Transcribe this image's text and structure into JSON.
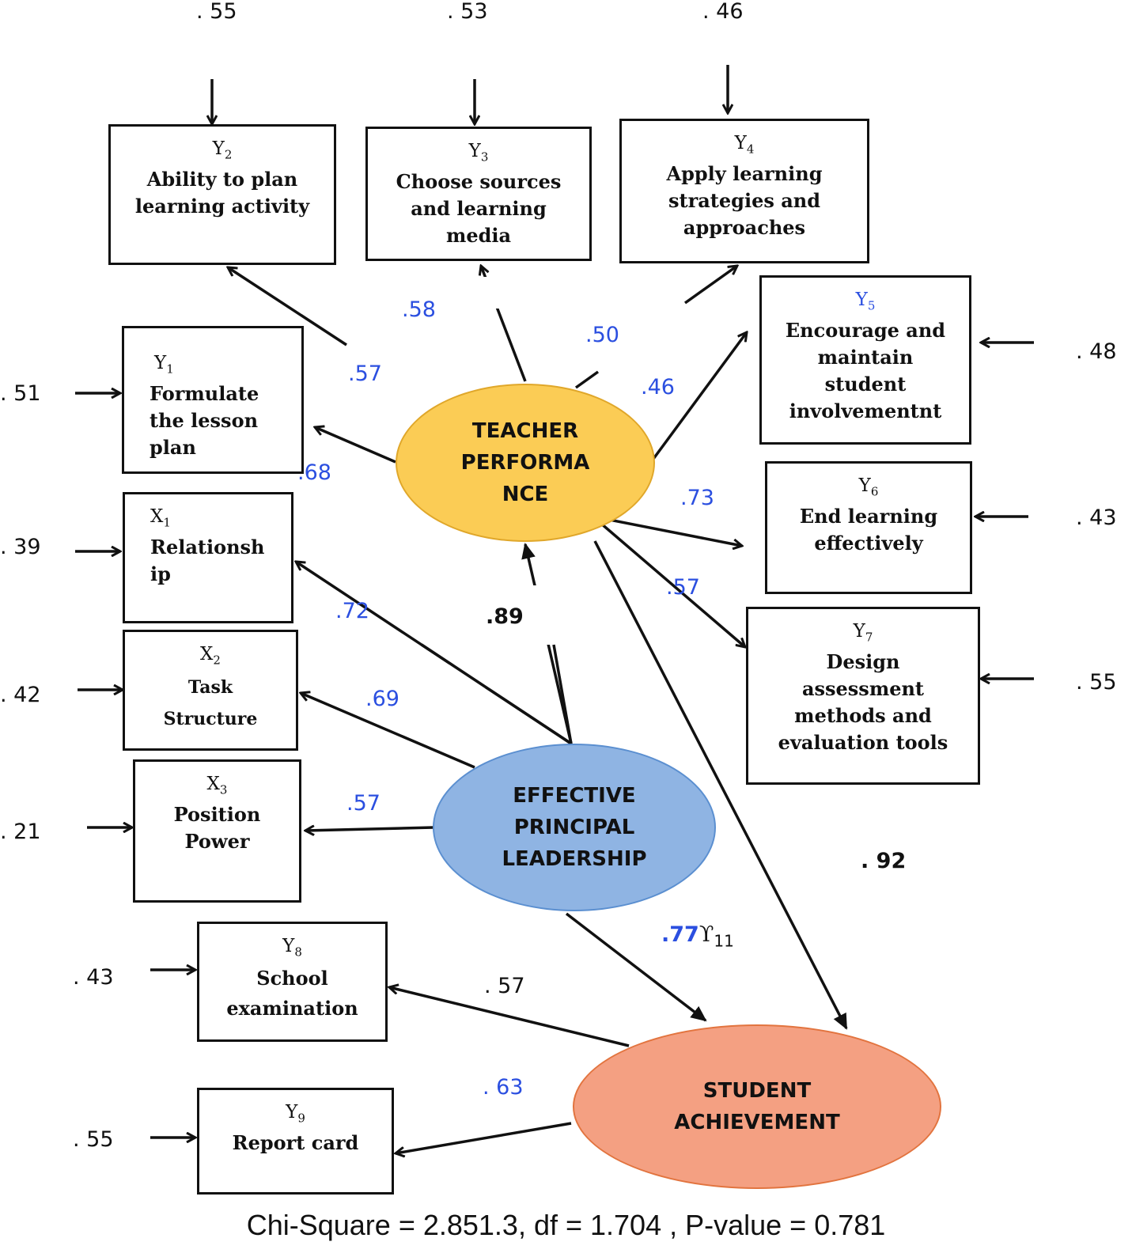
{
  "boxes": {
    "y2": {
      "var": "Y",
      "sub": "2",
      "label": "Ability to plan learning activity"
    },
    "y3": {
      "var": "Y",
      "sub": "3",
      "label": "Choose  sources and learning media"
    },
    "y4": {
      "var": "Y",
      "sub": "4",
      "label": "Apply learning strategies and approaches"
    },
    "y5": {
      "var": "Y",
      "sub": "5",
      "label": "Encourage and maintain student involvementnt"
    },
    "y1": {
      "var": "Y",
      "sub": "1",
      "label": "Formulate the lesson plan"
    },
    "y6": {
      "var": "Y",
      "sub": "6",
      "label": "End learning effectively"
    },
    "y7": {
      "var": "Y",
      "sub": "7",
      "label": "Design assessment methods and evaluation tools"
    },
    "x1": {
      "var": "X",
      "sub": "1",
      "label": "Relationsh ip"
    },
    "x2": {
      "var": "X",
      "sub": "2",
      "label": "Task Structure"
    },
    "x3": {
      "var": "X",
      "sub": "3",
      "label": "Position Power"
    },
    "y8": {
      "var": "Y",
      "sub": "8",
      "label": "School examination"
    },
    "y9": {
      "var": "Y",
      "sub": "9",
      "label": "Report card"
    }
  },
  "latent": {
    "teacher": "TEACHER\nPERFORMA\nNCE",
    "leadership": "EFFECTIVE\nPRINCIPAL\nLEADERSHIP",
    "student": "STUDENT\nACHIEVEMENT"
  },
  "errors": {
    "y2": ". 55",
    "y3": ". 53",
    "y4": ". 46",
    "y5": ". 48",
    "y1": ". 51",
    "y6": ". 43",
    "y7": ". 55",
    "x1": ". 39",
    "x2": ". 42",
    "x3": ". 21",
    "y8": ". 43",
    "y9": ". 55"
  },
  "loadings": {
    "y2": ".57",
    "y3": ".58",
    "y4": ".50",
    "y5": ".46",
    "y1": ".68",
    "y6": ".73",
    "y7": ".57",
    "x1": ".72",
    "x2": ".69",
    "x3": ".57",
    "y8": ". 57",
    "y9": ". 63"
  },
  "paths": {
    "leadership_teacher": ".89",
    "teacher_student": ". 92",
    "leadership_student": ".77",
    "leadership_student_symbol": "ϒ",
    "leadership_student_sub": "11"
  },
  "footer": "Chi-Square = 2.851.3, df = 1.704 , P-value = 0.781",
  "colors": {
    "teacher_fill": "#fbcc55",
    "teacher_stroke": "#e0a72a",
    "leadership_fill": "#8fb4e3",
    "leadership_stroke": "#5b8fd0",
    "student_fill": "#f4a082",
    "student_stroke": "#e2743f",
    "loading_blue": "#2b4fe0"
  }
}
